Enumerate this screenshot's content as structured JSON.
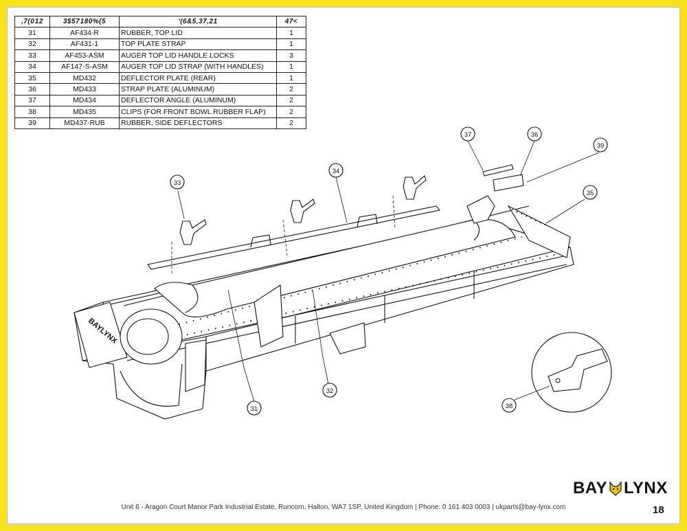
{
  "table": {
    "headers": [
      ",7(0\u000312",
      "3$57\u0003180%(5",
      "'(6&5,37,21",
      "47<"
    ],
    "rows": [
      {
        "item": "31",
        "part": "AF434-R",
        "desc": "RUBBER, TOP LID",
        "qty": "1"
      },
      {
        "item": "32",
        "part": "AF431-1",
        "desc": "TOP PLATE STRAP",
        "qty": "1"
      },
      {
        "item": "33",
        "part": "AF453-ASM",
        "desc": "AUGER TOP LID HANDLE LOCKS",
        "qty": "3"
      },
      {
        "item": "34",
        "part": "AF147-S-ASM",
        "desc": "AUGER TOP LID STRAP (WITH HANDLES)",
        "qty": "1"
      },
      {
        "item": "35",
        "part": "MD432",
        "desc": "DEFLECTOR PLATE (REAR)",
        "qty": "1"
      },
      {
        "item": "36",
        "part": "MD433",
        "desc": "STRAP PLATE (ALUMINUM)",
        "qty": "2"
      },
      {
        "item": "37",
        "part": "MD434",
        "desc": "DEFLECTOR ANGLE (ALUMINUM)",
        "qty": "2"
      },
      {
        "item": "38",
        "part": "MD435",
        "desc": "CLIPS (FOR FRONT BOWL RUBBER FLAP)",
        "qty": "2"
      },
      {
        "item": "39",
        "part": "MD437-RUB",
        "desc": "RUBBER, SIDE DEFLECTORS",
        "qty": "2"
      }
    ]
  },
  "callouts": [
    "31",
    "32",
    "33",
    "34",
    "35",
    "36",
    "37",
    "38",
    "39"
  ],
  "machine_label": "BAYLYNX",
  "footer": {
    "address": "Unit 6 - Aragon Court Manor Park Industrial Estate, Runcorn, Halton, WA7 1SP, United Kingdom  |  Phone: 0 161 403 0003  |  ukparts@bay-lynx.com",
    "page_number": "18"
  },
  "logo": {
    "left": "BAY",
    "right": "LYNX",
    "mark_icon": "lynx-head-icon"
  },
  "colors": {
    "frame": "#f7e21b",
    "logo_mark": "#f2c500"
  }
}
